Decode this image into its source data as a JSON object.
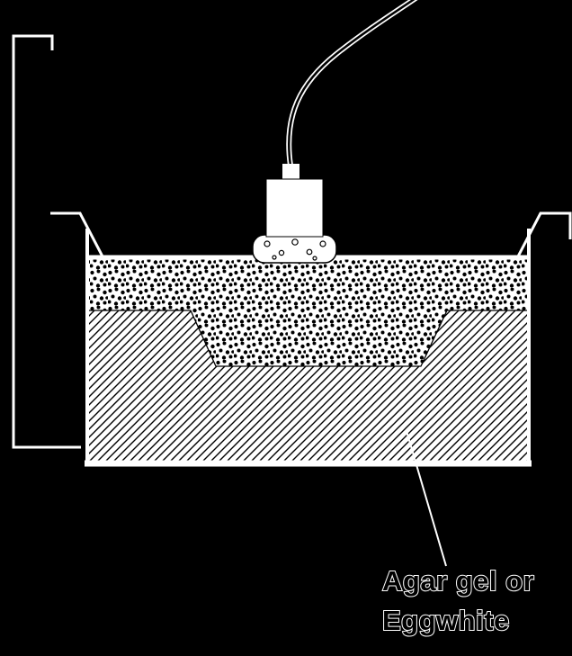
{
  "diagram": {
    "label": {
      "line1": "Agar gel or",
      "line2": "Eggwhite"
    },
    "colors": {
      "background": "#000000",
      "line": "#ffffff",
      "material_fill": "#ffffff",
      "pattern": "#000000"
    },
    "components": [
      "dimension-bracket",
      "transducer-cable",
      "transducer-body",
      "coupling-pad",
      "tank",
      "scatterer-suspension-layer",
      "agar-gel-layer",
      "leader-line",
      "material-label"
    ]
  }
}
